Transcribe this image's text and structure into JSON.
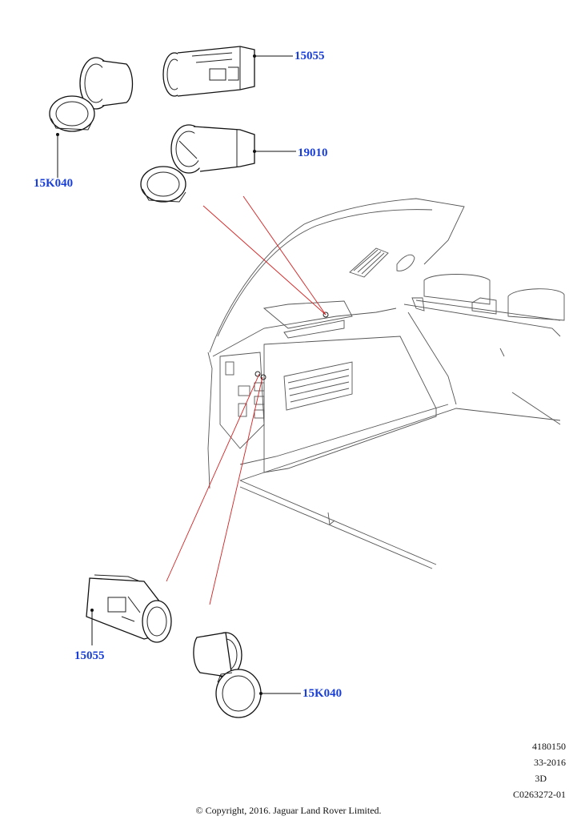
{
  "callouts": [
    {
      "id": "15055-top",
      "label": "15055"
    },
    {
      "id": "19010",
      "label": "19010"
    },
    {
      "id": "15K040-top",
      "label": "15K040"
    },
    {
      "id": "15055-bottom",
      "label": "15055"
    },
    {
      "id": "15K040-bottom",
      "label": "15K040"
    }
  ],
  "meta": {
    "line1": "4180150",
    "line2": "33-2016",
    "line3": "3D",
    "line4": "C0263272-01"
  },
  "copyright": "© Copyright, 2016. Jaguar Land Rover Limited.",
  "colors": {
    "callout": "#1a3fd6",
    "leader_red": "#d62020",
    "line": "#111111"
  }
}
